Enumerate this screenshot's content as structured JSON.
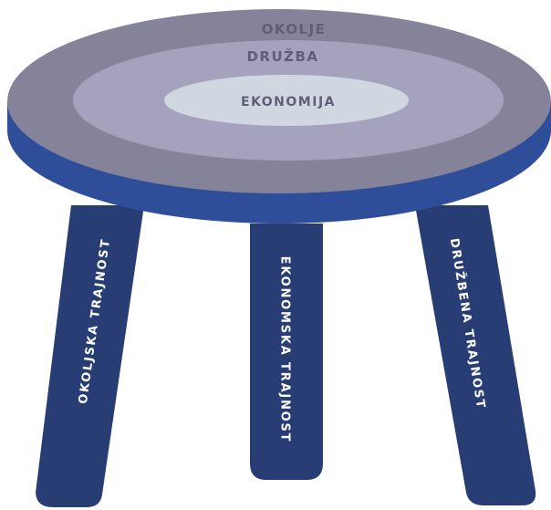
{
  "top": {
    "outer_label": "OKOLJE",
    "middle_label": "DRUŽBA",
    "inner_label": "EKONOMIJA"
  },
  "legs": {
    "left_label": "OKOLJSKA TRAJNOST",
    "center_label": "EKONOMSKA TRAJNOST",
    "right_label": "DRUŽBENA TRAJNOST"
  },
  "colors": {
    "leg_fill": "#283d74",
    "seat_edge": "#2f4e99",
    "outer_ring": "#85839a",
    "middle_ring": "#a4a2bc",
    "inner_ring": "#d1d7e0",
    "ring_text": "#615f75",
    "leg_text": "#ffffff"
  }
}
